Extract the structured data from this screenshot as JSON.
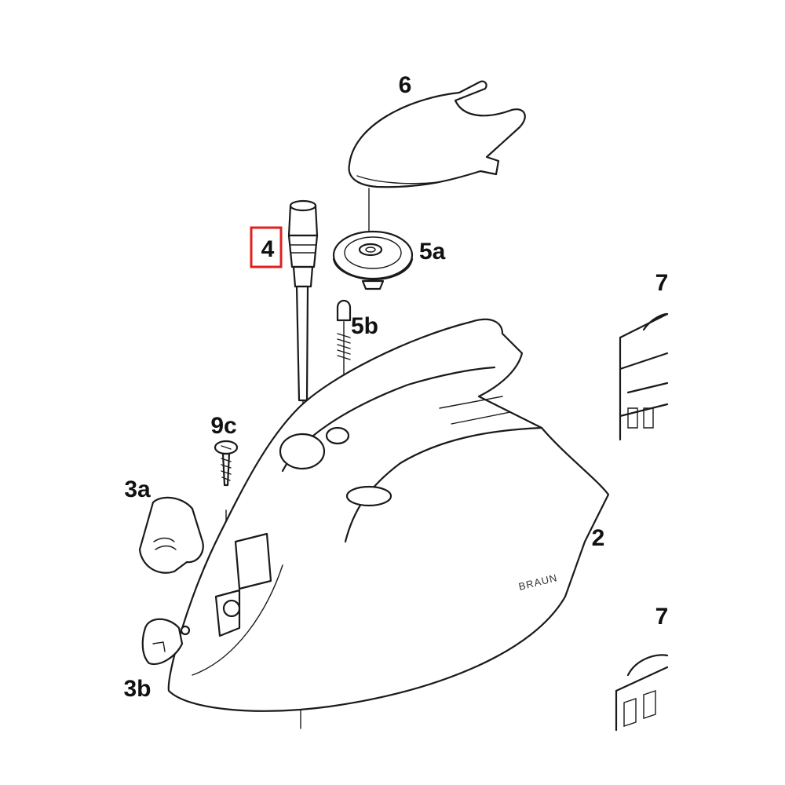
{
  "labels": {
    "l6": "6",
    "l4": "4",
    "l5a": "5a",
    "l5b": "5b",
    "l9c": "9c",
    "l3a": "3a",
    "l3b": "3b",
    "l2": "2",
    "l7a": "7",
    "l7b": "7"
  },
  "brand_mark": "BRAUN",
  "highlight": {
    "target": "4",
    "color": "#e02020"
  }
}
